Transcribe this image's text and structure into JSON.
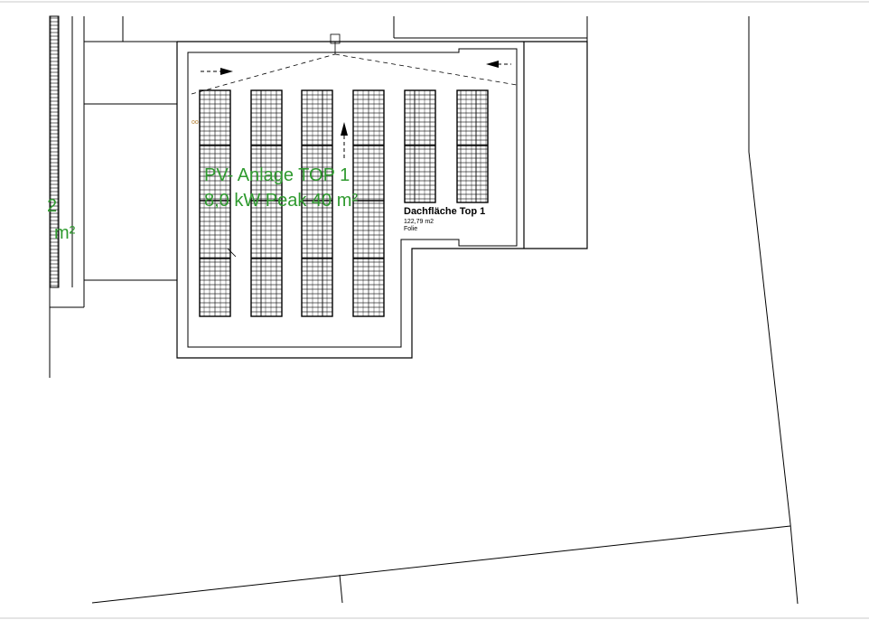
{
  "pv_plant": {
    "title": "PV- Anlage TOP 1",
    "spec": "8,0 kW Peak 40 m²"
  },
  "roof_area": {
    "name": "Dachfläche Top 1",
    "area": "122,79 m2",
    "material": "Folie"
  },
  "left_fragment": {
    "unit": "m²",
    "prefix": "2"
  },
  "colors": {
    "pv_label": "#2f9a2f",
    "lines": "#000000"
  },
  "panel_rows": 6
}
